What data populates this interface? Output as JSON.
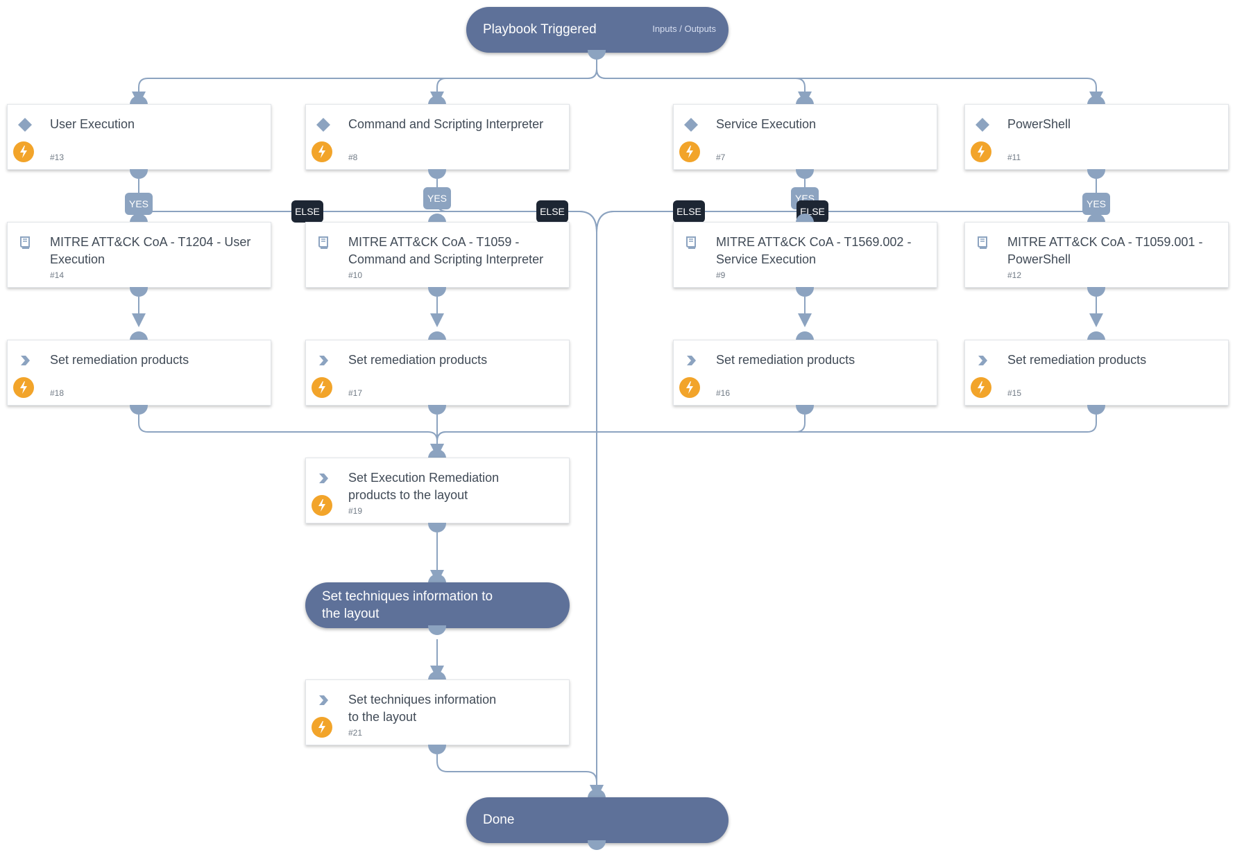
{
  "start": {
    "title": "Playbook Triggered",
    "io": "Inputs / Outputs"
  },
  "tasks": [
    {
      "id": "t13",
      "title": "User Execution",
      "num": "#13",
      "icon": "diamond-icon",
      "bolt": true
    },
    {
      "id": "t8",
      "title": "Command and Scripting Interpreter",
      "num": "#8",
      "icon": "diamond-icon",
      "bolt": true
    },
    {
      "id": "t7",
      "title": "Service Execution",
      "num": "#7",
      "icon": "diamond-icon",
      "bolt": true
    },
    {
      "id": "t11",
      "title": "PowerShell",
      "num": "#11",
      "icon": "diamond-icon",
      "bolt": true
    },
    {
      "id": "t14",
      "title": "MITRE ATT&CK CoA - T1204 - User Execution",
      "num": "#14",
      "icon": "book-icon",
      "bolt": false
    },
    {
      "id": "t10",
      "title": "MITRE ATT&CK CoA - T1059 - Command and Scripting Interpreter",
      "num": "#10",
      "icon": "book-icon",
      "bolt": false
    },
    {
      "id": "t9",
      "title": "MITRE ATT&CK CoA - T1569.002 - Service Execution",
      "num": "#9",
      "icon": "book-icon",
      "bolt": false
    },
    {
      "id": "t12",
      "title": "MITRE ATT&CK CoA - T1059.001 - PowerShell",
      "num": "#12",
      "icon": "book-icon",
      "bolt": false
    },
    {
      "id": "t18",
      "title": "Set remediation products",
      "num": "#18",
      "icon": "chevron-icon",
      "bolt": true
    },
    {
      "id": "t17",
      "title": "Set remediation products",
      "num": "#17",
      "icon": "chevron-icon",
      "bolt": true
    },
    {
      "id": "t16",
      "title": "Set remediation products",
      "num": "#16",
      "icon": "chevron-icon",
      "bolt": true
    },
    {
      "id": "t15",
      "title": "Set remediation products",
      "num": "#15",
      "icon": "chevron-icon",
      "bolt": true
    },
    {
      "id": "t19",
      "title": "Set Execution Remediation products to the layout",
      "num": "#19",
      "icon": "chevron-icon",
      "bolt": true
    },
    {
      "id": "t21",
      "title": "Set techniques information to the layout",
      "num": "#21",
      "icon": "chevron-icon",
      "bolt": true
    }
  ],
  "section": {
    "title": "Set techniques information to the layout"
  },
  "end": {
    "title": "Done"
  },
  "labels": {
    "yes": "YES",
    "else": "ELSE"
  },
  "colors": {
    "node": "#5e7199",
    "edge": "#8ca3c0",
    "bolt": "#f2a42a",
    "else": "#1d2633"
  }
}
